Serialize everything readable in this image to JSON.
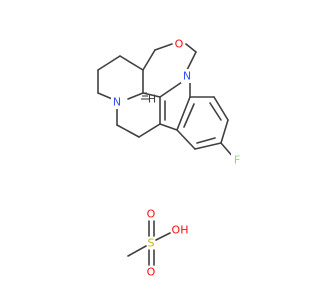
{
  "colors": {
    "bond": "#404040",
    "nitrogen": "#3050f8",
    "oxygen": "#ff0d0d",
    "fluorine": "#90e050",
    "sulfur": "#c8b400",
    "hydrogen_label": "#404040",
    "carbon_label": "#404040"
  },
  "labels": {
    "o_oxazepine": "O",
    "n_indole": "N",
    "n_amine": "N",
    "h_stereo": "H",
    "f": "F",
    "s": "S",
    "o_sulfonyl_top": "O",
    "o_sulfonyl_bottom": "O",
    "oh": "OH"
  }
}
